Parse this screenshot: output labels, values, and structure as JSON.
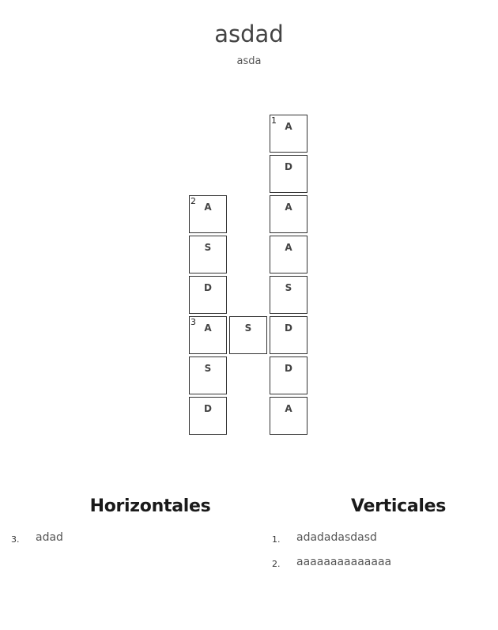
{
  "header": {
    "title": "asdad",
    "subtitle": "asda"
  },
  "grid": {
    "cells": [
      {
        "id": "r0c2",
        "letter": "A",
        "number": "1"
      },
      {
        "id": "r1c2",
        "letter": "D",
        "number": ""
      },
      {
        "id": "r2c0",
        "letter": "A",
        "number": "2"
      },
      {
        "id": "r2c2",
        "letter": "A",
        "number": ""
      },
      {
        "id": "r3c0",
        "letter": "S",
        "number": ""
      },
      {
        "id": "r3c2",
        "letter": "A",
        "number": ""
      },
      {
        "id": "r4c0",
        "letter": "D",
        "number": ""
      },
      {
        "id": "r4c2",
        "letter": "S",
        "number": ""
      },
      {
        "id": "r5c0",
        "letter": "A",
        "number": "3"
      },
      {
        "id": "r5c1",
        "letter": "S",
        "number": ""
      },
      {
        "id": "r5c2",
        "letter": "D",
        "number": ""
      },
      {
        "id": "r6c0",
        "letter": "S",
        "number": ""
      },
      {
        "id": "r6c2",
        "letter": "D",
        "number": ""
      },
      {
        "id": "r7c0",
        "letter": "D",
        "number": ""
      },
      {
        "id": "r7c2",
        "letter": "A",
        "number": ""
      }
    ]
  },
  "clues": {
    "horizontal": {
      "heading": "Horizontales",
      "items": [
        {
          "number": "3.",
          "text": "adad"
        }
      ]
    },
    "vertical": {
      "heading": "Verticales",
      "items": [
        {
          "number": "1.",
          "text": "adadadasdasd"
        },
        {
          "number": "2.",
          "text": "aaaaaaaaaaaaaa"
        }
      ]
    }
  }
}
